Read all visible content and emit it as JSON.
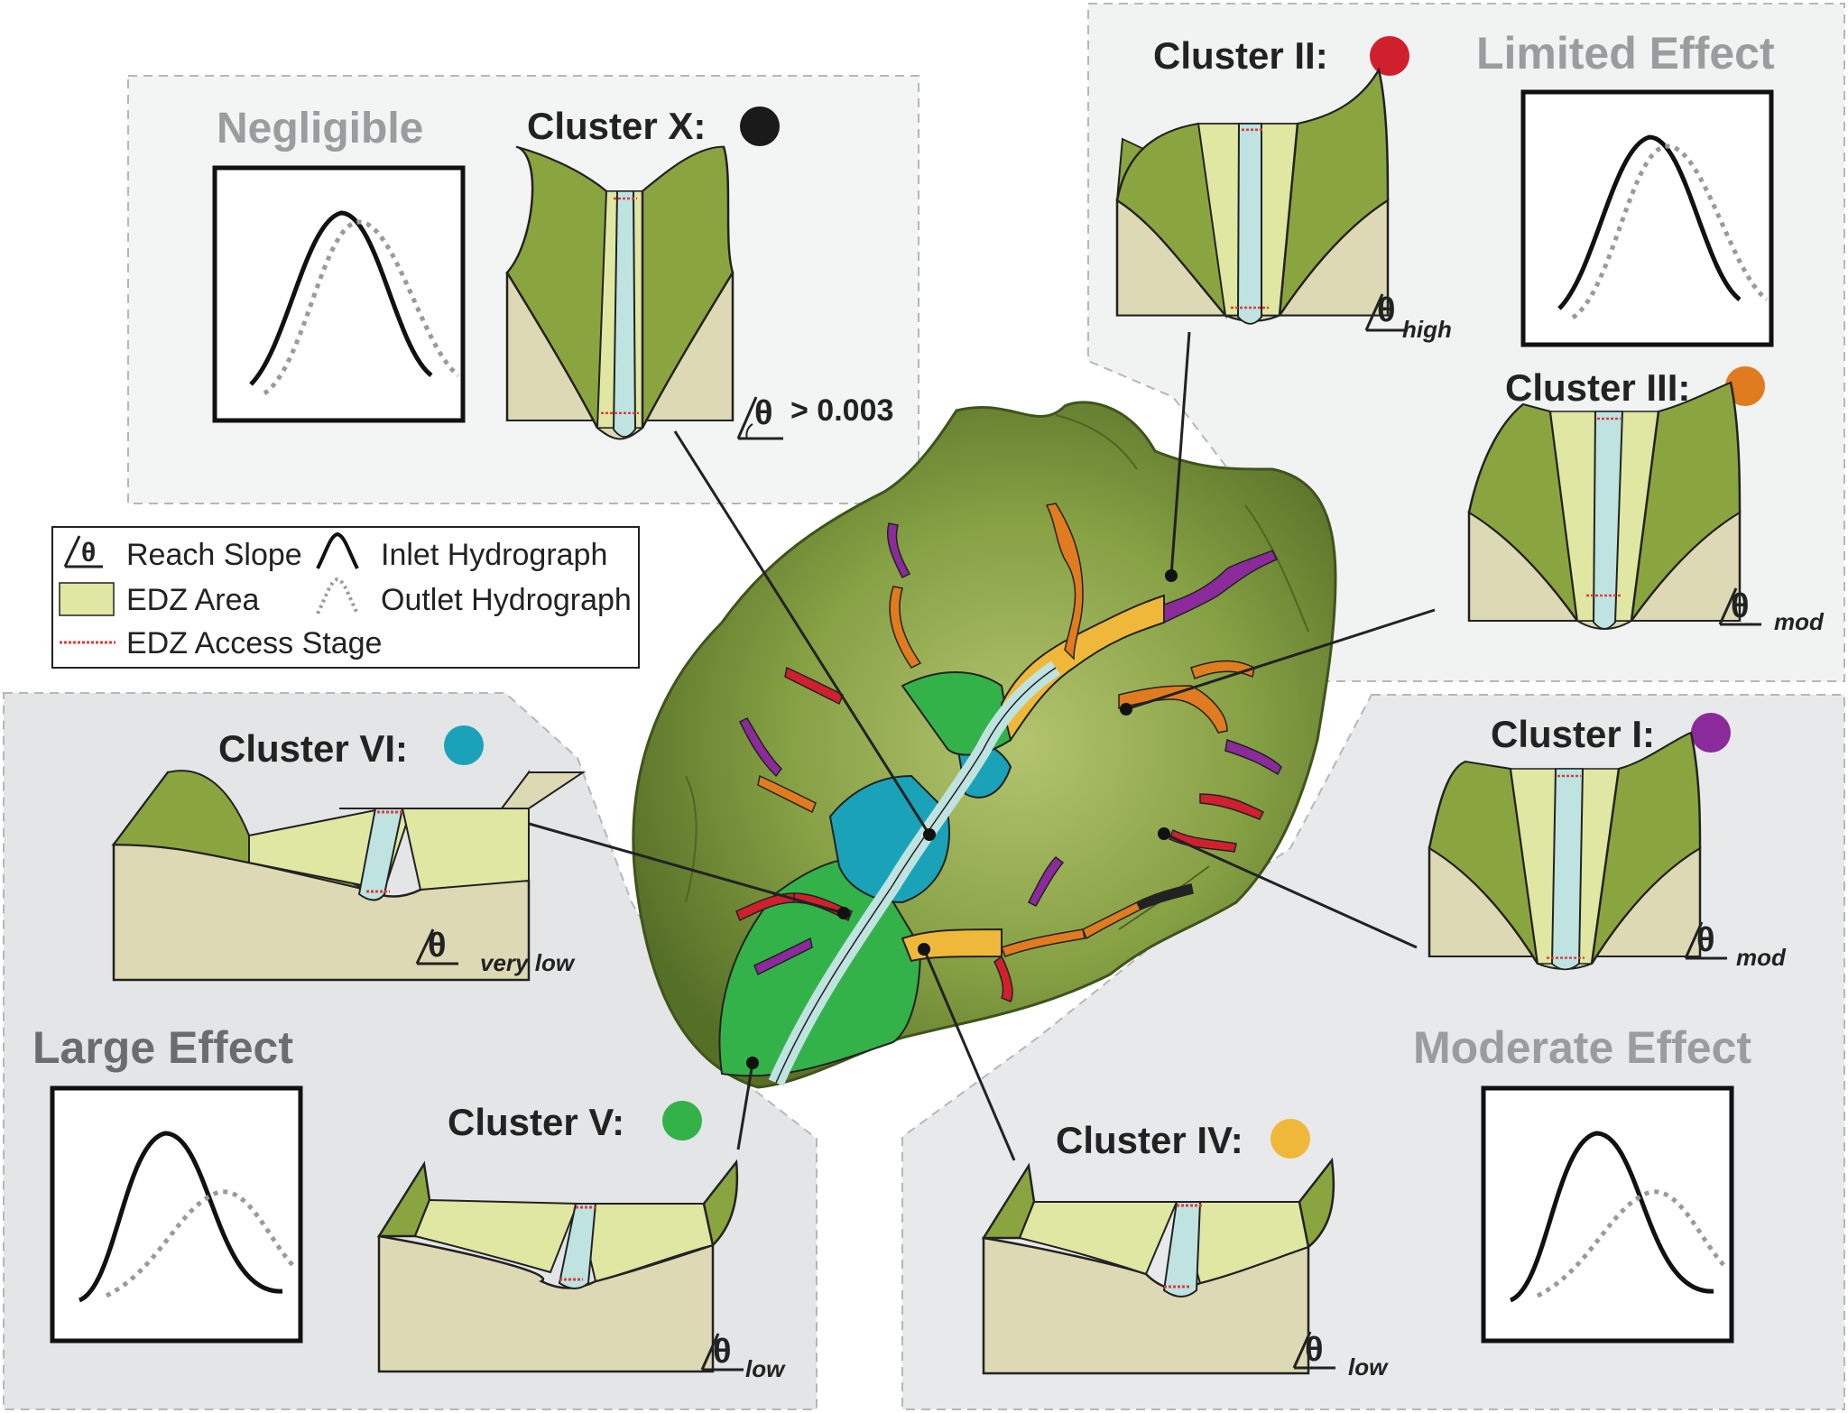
{
  "titles": {
    "negligible": "Negligible",
    "limited": "Limited Effect",
    "moderate": "Moderate Effect",
    "large": "Large Effect"
  },
  "clusters": {
    "x": {
      "label": "Cluster X:",
      "color": "#1a1a1a",
      "slope_prefix": "θ",
      "slope_text": "> 0.003",
      "slope_sub": ""
    },
    "ii": {
      "label": "Cluster II:",
      "color": "#d0202e",
      "slope_prefix": "θ",
      "slope_text": "",
      "slope_sub": "high"
    },
    "iii": {
      "label": "Cluster III:",
      "color": "#e07b1f",
      "slope_prefix": "θ",
      "slope_text": "",
      "slope_sub": "mod"
    },
    "i": {
      "label": "Cluster I:",
      "color": "#8b2a9b",
      "slope_prefix": "θ",
      "slope_text": "",
      "slope_sub": "mod"
    },
    "vi": {
      "label": "Cluster VI:",
      "color": "#1aa3b8",
      "slope_prefix": "θ",
      "slope_text": "",
      "slope_sub": "very low"
    },
    "v": {
      "label": "Cluster V:",
      "color": "#33b24a",
      "slope_prefix": "θ",
      "slope_text": "",
      "slope_sub": "low"
    },
    "iv": {
      "label": "Cluster IV:",
      "color": "#f0b83a",
      "slope_prefix": "θ",
      "slope_text": "",
      "slope_sub": "low"
    }
  },
  "legend": {
    "reach_slope": "Reach Slope",
    "inlet": "Inlet Hydrograph",
    "edz_area": "EDZ Area",
    "outlet": "Outlet Hydrograph",
    "access_stage": "EDZ Access Stage"
  },
  "colors": {
    "panel_light": "#f3f4f4",
    "panel_mid": "#e7e8e9",
    "edz": "#dfe7a3",
    "valley": "#8aa53f",
    "soil": "#ddd9b4",
    "channel": "#bfe3e0",
    "watershed": "#6e8a36",
    "access_stage": "#e23a3a"
  }
}
